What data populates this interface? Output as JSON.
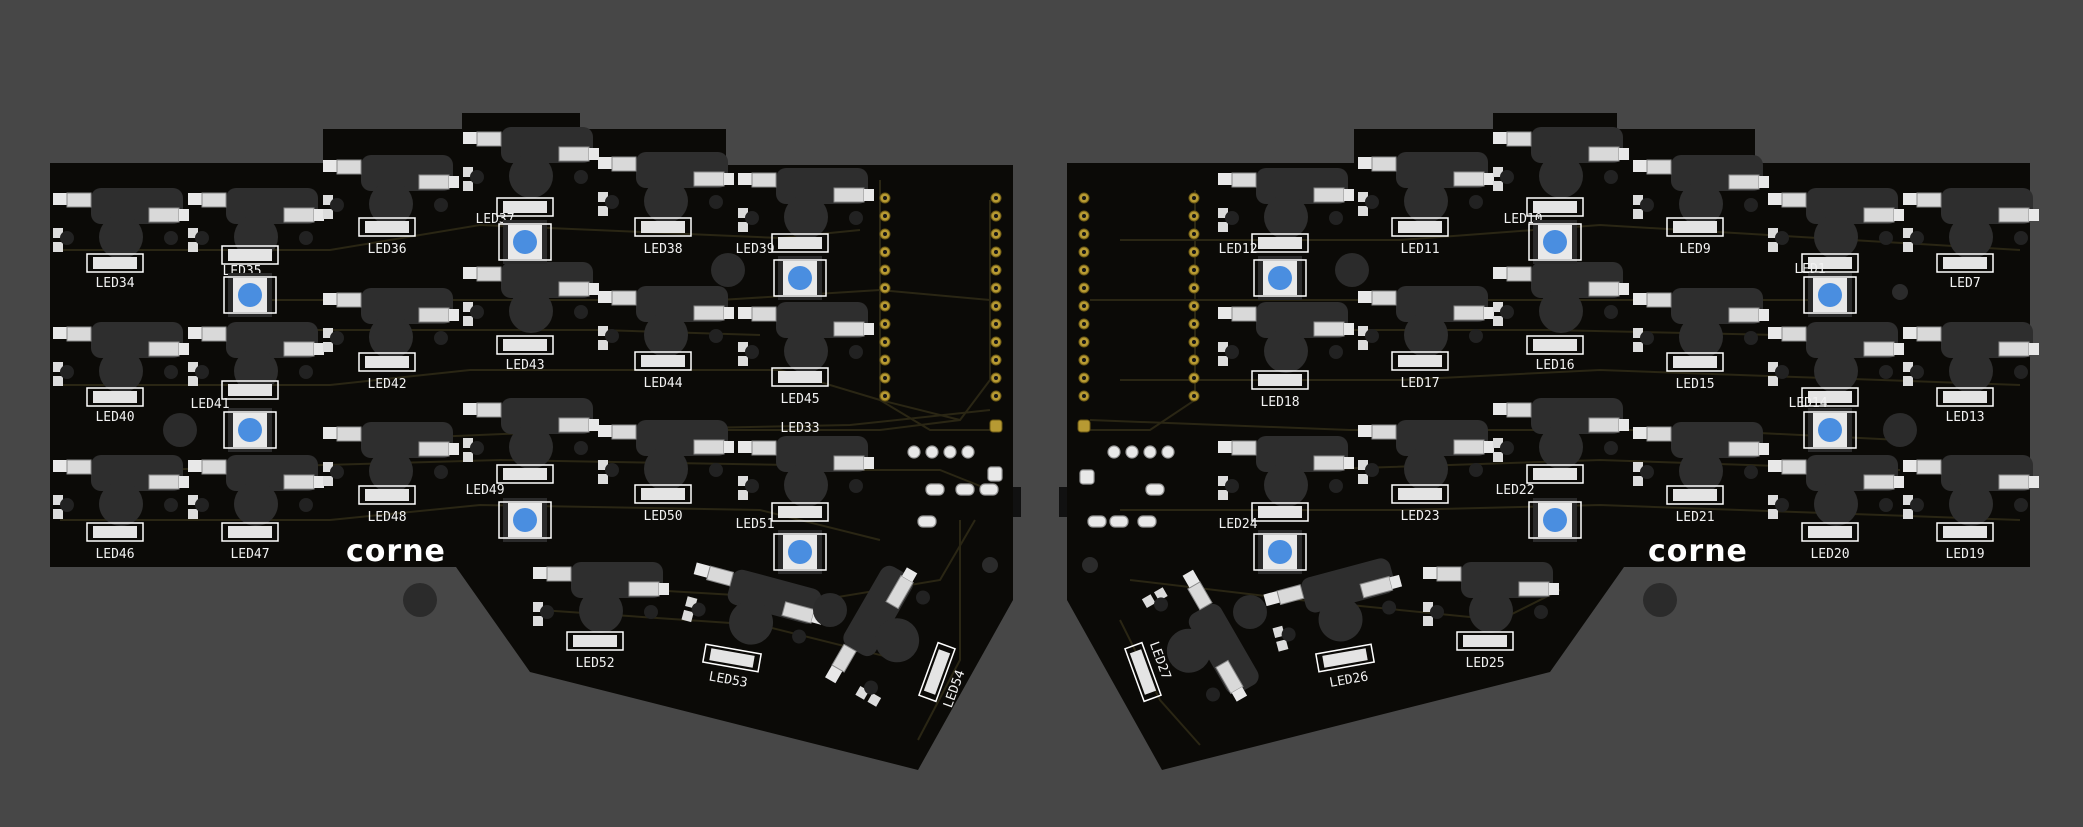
{
  "boards": [
    {
      "side": "left",
      "logo": "corne",
      "leds": [
        "LED34",
        "LED35",
        "LED36",
        "LED37",
        "LED38",
        "LED39",
        "LED40",
        "LED41",
        "LED42",
        "LED43",
        "LED44",
        "LED45",
        "LED33",
        "LED46",
        "LED47",
        "LED48",
        "LED49",
        "LED50",
        "LED51",
        "LED52",
        "LED53",
        "LED54"
      ]
    },
    {
      "side": "right",
      "logo": "corne",
      "leds": [
        "LED12",
        "LED11",
        "LED10",
        "LED9",
        "LED1",
        "LED7",
        "LED18",
        "LED17",
        "LED16",
        "LED15",
        "LED14",
        "LED13",
        "LED24",
        "LED23",
        "LED22",
        "LED21",
        "LED20",
        "LED19",
        "LED27",
        "LED26",
        "LED25"
      ]
    }
  ],
  "colors": {
    "background": "#474747",
    "pcb": "#0b0a07",
    "trace": "#2a2614",
    "switch_footprint": "#2e2e2e",
    "pad": "#e8e8e8",
    "blue_led": "#4a8ee0",
    "gold_pin": "#b79a33"
  }
}
